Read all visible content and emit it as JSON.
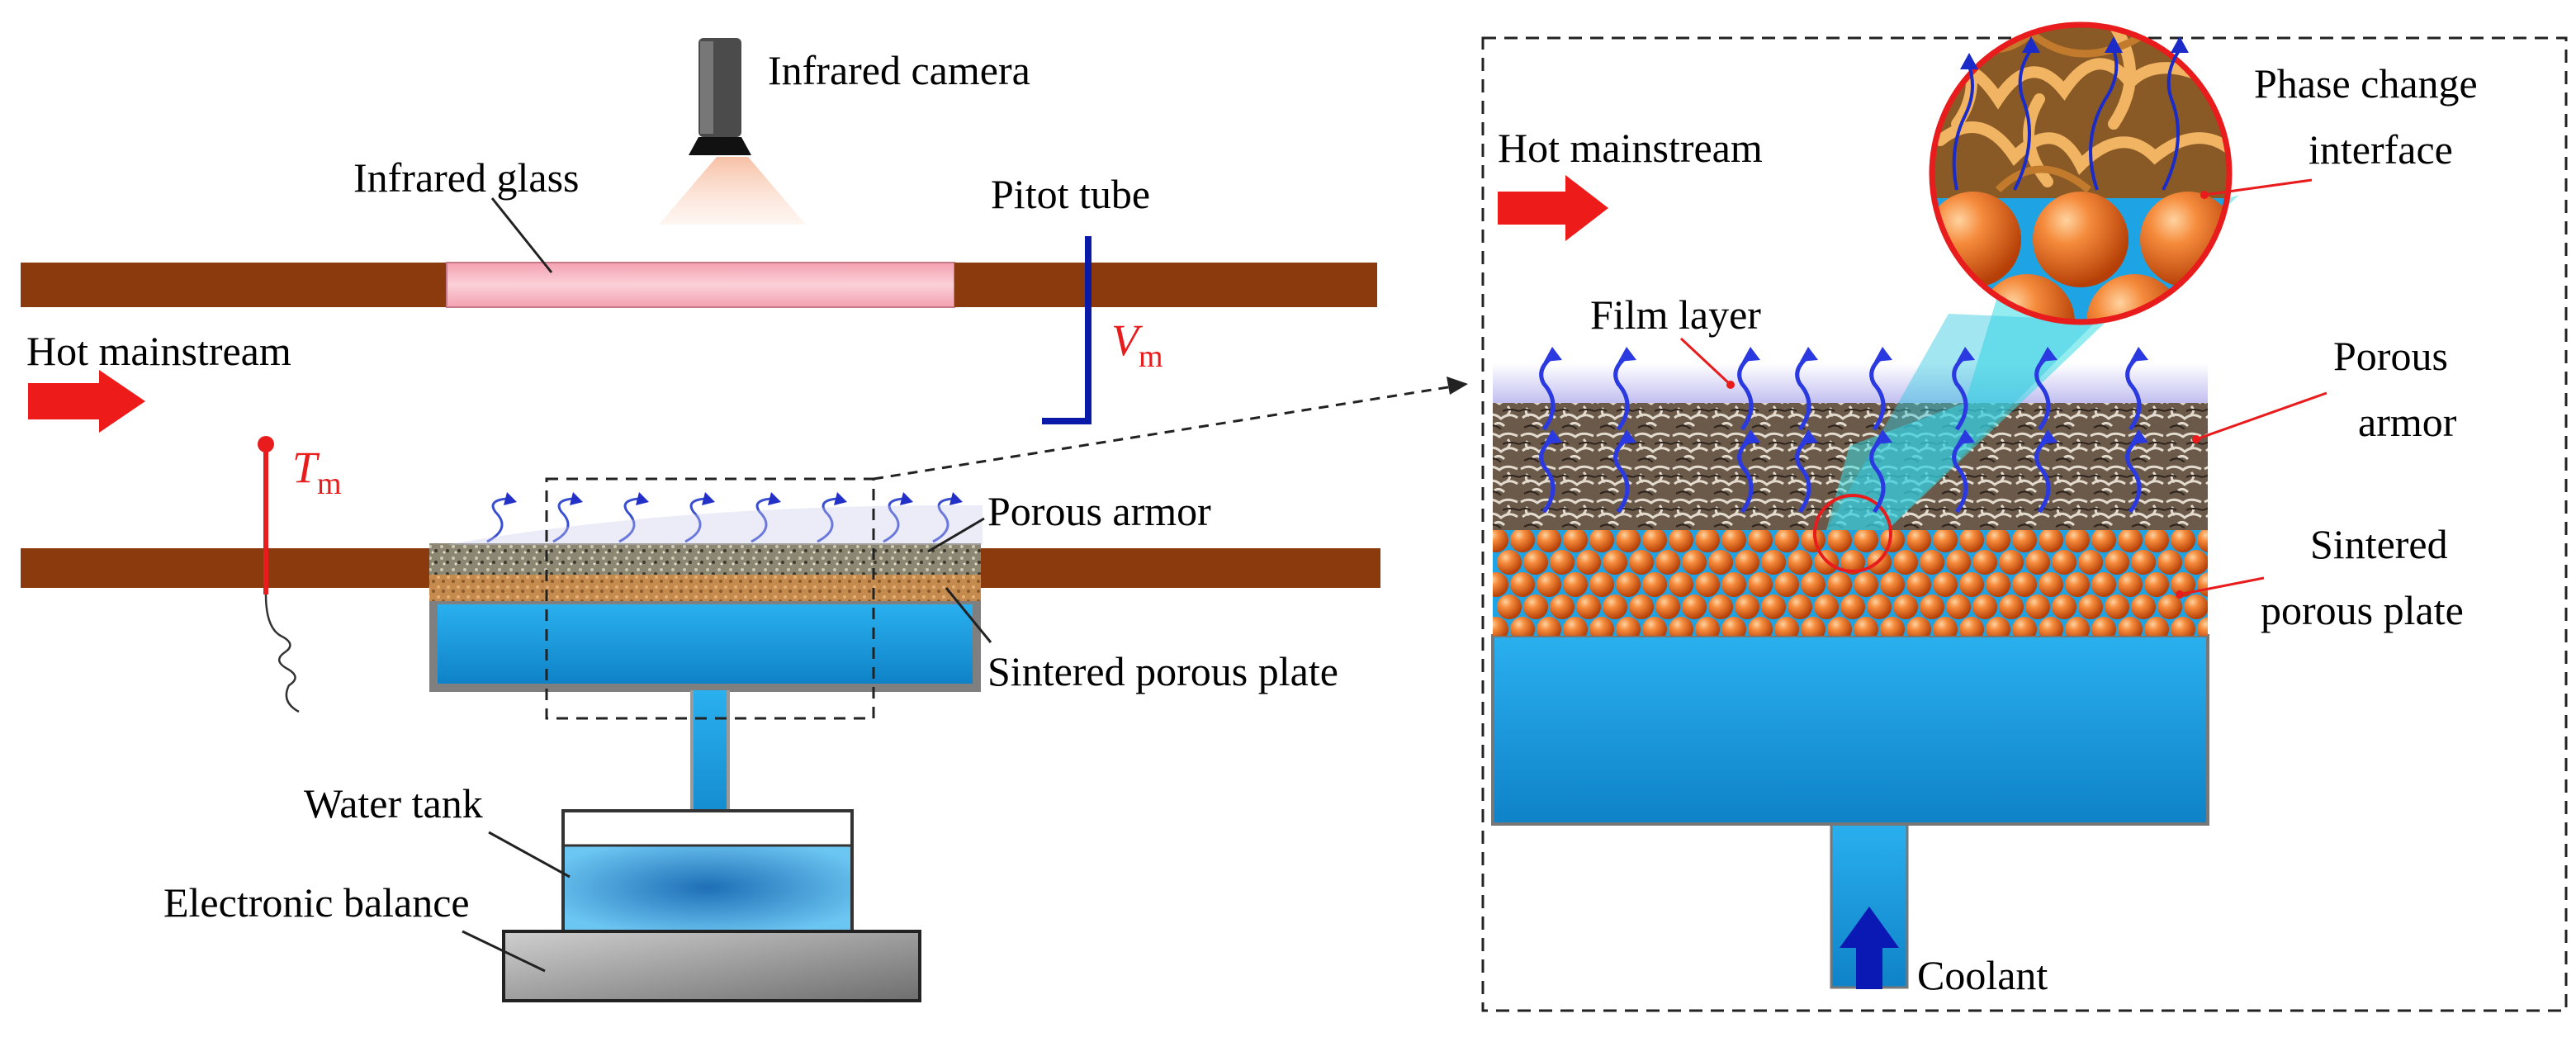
{
  "left": {
    "camera": "Infrared camera",
    "glass": "Infrared glass",
    "pitot": "Pitot tube",
    "mainstream": "Hot mainstream",
    "velocity": {
      "sym": "V",
      "sub": "m"
    },
    "temperature": {
      "sym": "T",
      "sub": "m"
    },
    "armor": "Porous armor",
    "plate": "Sintered porous plate",
    "tank": "Water tank",
    "balance": "Electronic balance"
  },
  "right": {
    "mainstream": "Hot mainstream",
    "interface_line1": "Phase change",
    "interface_line2": "interface",
    "film": "Film layer",
    "armor_line1": "Porous",
    "armor_line2": "armor",
    "plate_line1": "Sintered",
    "plate_line2": "porous plate",
    "coolant": "Coolant"
  },
  "colors": {
    "wall": "#8b3a0e",
    "glass": "#f7aeb9",
    "water": "#1ea3e4",
    "water_dark": "#0c78b8",
    "sphere": "#e8661d",
    "arrow_red": "#ee1b1b",
    "arrow_blue": "#1a2bc8",
    "film": "#c9c6f2"
  }
}
